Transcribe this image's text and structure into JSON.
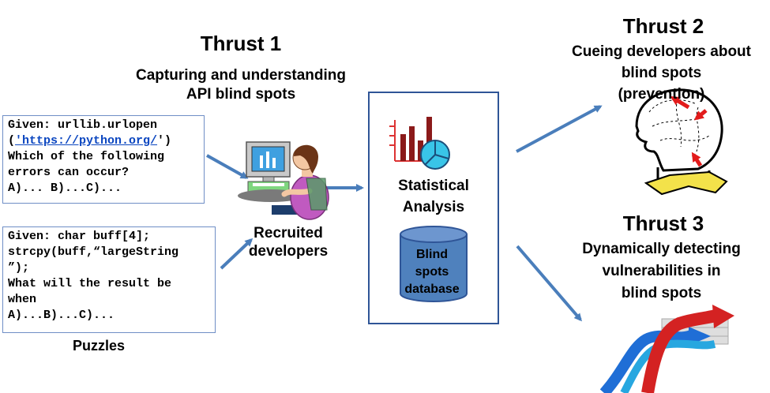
{
  "thrust1": {
    "title": "Thrust 1",
    "subtitle_line1": "Capturing and understanding",
    "subtitle_line2": "API blind spots"
  },
  "thrust2": {
    "title": "Thrust 2",
    "subtitle_line1": "Cueing developers about",
    "subtitle_line2": "blind spots",
    "subtitle_line3": "(prevention)"
  },
  "thrust3": {
    "title": "Thrust 3",
    "subtitle_line1": "Dynamically detecting",
    "subtitle_line2": "vulnerabilities in",
    "subtitle_line3": "blind spots"
  },
  "puzzle1": {
    "line1": "Given: urllib.urlopen",
    "line2_open": "(",
    "line2_link": "'https://python.org/",
    "line2_close": "')",
    "line3": "Which of the following",
    "line4": "errors can occur?",
    "line5": "A)... B)...C)..."
  },
  "puzzle2": {
    "line1": "Given: char buff[4];",
    "line2": "strcpy(buff,“largeString",
    "line3": "”);",
    "line4": "What will the result be",
    "line5": "when",
    "line6": "A)...B)...C)..."
  },
  "puzzles_label": "Puzzles",
  "developers_label_line1": "Recruited",
  "developers_label_line2": "developers",
  "analysis_label_line1": "Statistical",
  "analysis_label_line2": "Analysis",
  "database_label_line1": "Blind",
  "database_label_line2": "spots",
  "database_label_line3": "database",
  "colors": {
    "arrow": "#4a7ebb",
    "box_border": "#2f5597",
    "database_fill": "#4f81bd",
    "link": "#0b46c0"
  }
}
